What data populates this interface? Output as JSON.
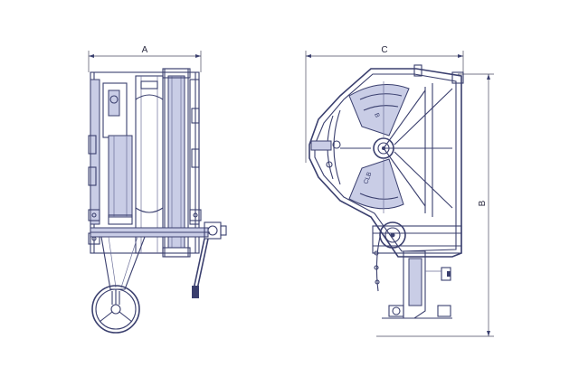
{
  "dimensions": {
    "a": "A",
    "b": "B",
    "c": "C"
  },
  "markings": {
    "upper": "B",
    "lower": "CLB"
  },
  "colors": {
    "line": "#3a3f6e",
    "fill": "#c9cde6",
    "background": "#ffffff"
  }
}
